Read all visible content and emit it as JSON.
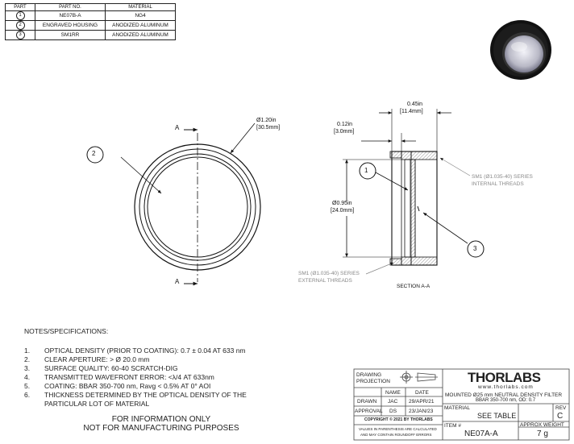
{
  "parts_table": {
    "headers": [
      "PART",
      "PART NO.",
      "MATERIAL"
    ],
    "rows": [
      {
        "part": "1",
        "part_no": "NE07B-A",
        "material": "NG4"
      },
      {
        "part": "2",
        "part_no": "ENGRAVED HOUSING",
        "material": "ANODIZED ALUMINUM"
      },
      {
        "part": "3",
        "part_no": "SM1RR",
        "material": "ANODIZED ALUMINUM"
      }
    ]
  },
  "front_view": {
    "section_mark": "A",
    "callout": "2",
    "dia_label": "Ø1.20in",
    "dia_label_mm": "[30.5mm]"
  },
  "section_view": {
    "title": "SECTION A-A",
    "width_label": "0.45in",
    "width_label_mm": "[11.4mm]",
    "thread_depth_label": "0.12in",
    "thread_depth_label_mm": "[3.0mm]",
    "dia_label": "Ø0.95in",
    "dia_label_mm": "[24.0mm]",
    "internal_threads_1": "SM1 (Ø1.035-40) SERIES",
    "internal_threads_2": "INTERNAL THREADS",
    "external_threads_1": "SM1 (Ø1.035-40) SERIES",
    "external_threads_2": "EXTERNAL THREADS",
    "callout_1": "1",
    "callout_3": "3"
  },
  "notes": {
    "heading": "NOTES/SPECIFICATIONS:",
    "items": [
      {
        "n": "1.",
        "text": "OPTICAL DENSITY (PRIOR TO COATING): 0.7 ± 0.04 AT 633 nm"
      },
      {
        "n": "2.",
        "text": "CLEAR APERTURE: > Ø 20.0 mm"
      },
      {
        "n": "3.",
        "text": "SURFACE QUALITY: 60-40 SCRATCH-DIG"
      },
      {
        "n": "4.",
        "text": "TRANSMITTED WAVEFRONT ERROR: <λ/4 AT 633nm"
      },
      {
        "n": "5.",
        "text": "COATING: BBAR 350-700 nm, Ravg < 0.5% AT 0° AOI"
      },
      {
        "n": "6.",
        "text": "THICKNESS DETERMINED BY THE OPTICAL DENSITY OF THE"
      },
      {
        "n": "",
        "text": "PARTICULAR LOT OF MATERIAL"
      }
    ],
    "disclaimer_1": "FOR INFORMATION ONLY",
    "disclaimer_2": "NOT FOR MANUFACTURING PURPOSES"
  },
  "title_block": {
    "projection_1": "DRAWING",
    "projection_2": "PROJECTION",
    "col_name": "NAME",
    "col_date": "DATE",
    "drawn_label": "DRAWN",
    "drawn_name": "JAC",
    "drawn_date": "29/APR/21",
    "approval_label": "APPROVAL",
    "approval_name": "DS",
    "approval_date": "23/JAN/23",
    "copyright": "COPYRIGHT © 2021 BY THORLABS",
    "values_note_1": "VALUES IN PARENTHESIS ARE CALCULATED",
    "values_note_2": "AND MAY CONTAIN ROUNDOFF ERRORS",
    "logo": "THORLABS",
    "website": "www.thorlabs.com",
    "desc_1": "MOUNTED Ø25 mm NEUTRAL DENSITY FILTER",
    "desc_2": "BBAR 350-700 nm, OD: 0.7",
    "material_label": "MATERIAL",
    "material_value": "SEE TABLE",
    "rev_label": "REV",
    "rev_value": "C",
    "item_label": "ITEM #",
    "item_value": "NE07A-A",
    "weight_label": "APPROX WEIGHT",
    "weight_value": "7 g"
  }
}
